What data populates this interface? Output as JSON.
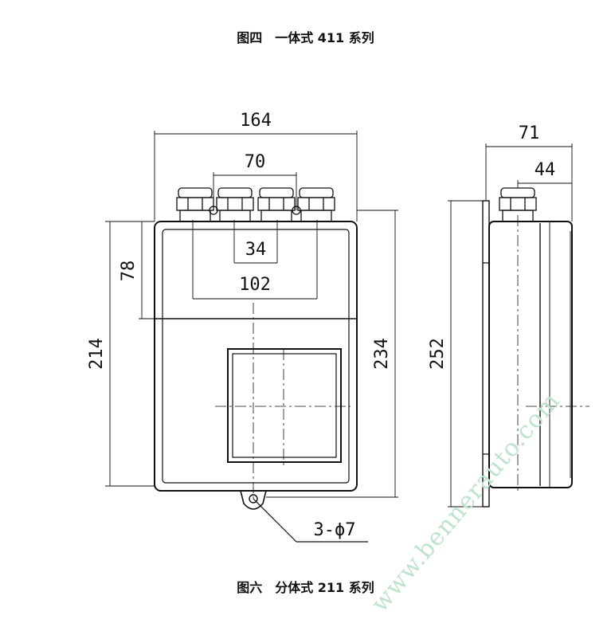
{
  "captions": {
    "top": "图四　一体式 411 系列",
    "bottom": "图六　分体式 211 系列"
  },
  "dimensions": {
    "overall_width": "164",
    "gland_span": "70",
    "side_depth": "71",
    "side_gland": "44",
    "inner_34": "34",
    "inner_102": "102",
    "upper_78": "78",
    "body_214": "214",
    "height_234": "234",
    "side_252": "252",
    "hole_callout": "3-ϕ7"
  },
  "watermark": "www.bennerauto.com",
  "colors": {
    "line": "#111111",
    "watermark": "#bfe3cc"
  }
}
